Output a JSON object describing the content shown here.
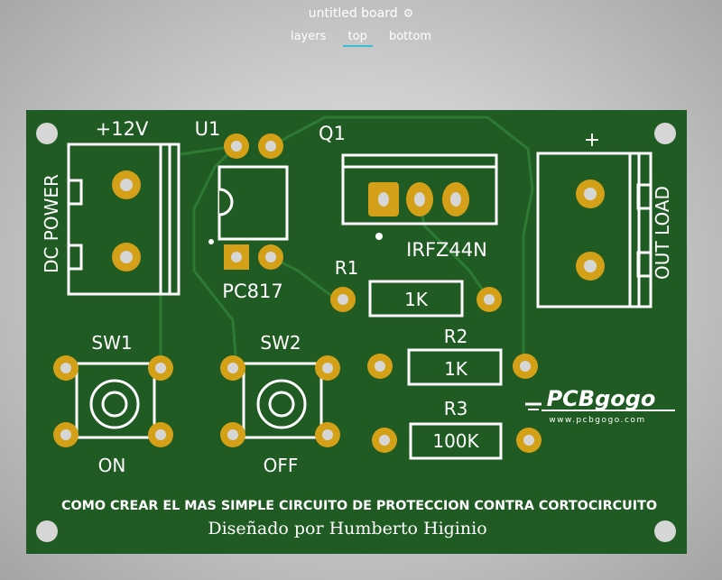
{
  "header": {
    "board_title": "untitled board",
    "settings_icon": "gear-icon",
    "tabs": [
      {
        "label": "layers",
        "active": false
      },
      {
        "label": "top",
        "active": true
      },
      {
        "label": "bottom",
        "active": false
      }
    ]
  },
  "board": {
    "colors": {
      "soldermask": "#1f5b23",
      "trace": "#2e7a33",
      "pad": "#d4a017",
      "silkscreen": "#ffffff",
      "mounting_hole": "#d6d6d6"
    },
    "labels": {
      "power_connector": "+12V",
      "power_side": "DC POWER",
      "u1": "U1",
      "u1_part": "PC817",
      "q1": "Q1",
      "q1_part": "IRFZ44N",
      "out_connector": "+",
      "out_side": "OUT LOAD",
      "r1": "R1",
      "r1_value": "1K",
      "r2": "R2",
      "r2_value": "1K",
      "r3": "R3",
      "r3_value": "100K",
      "sw1": "SW1",
      "sw1_state": "ON",
      "sw2": "SW2",
      "sw2_state": "OFF",
      "brand": "PCBgogo",
      "brand_url": "www.pcbgogo.com",
      "title_line": "COMO CREAR EL MAS SIMPLE CIRCUITO DE PROTECCION CONTRA CORTOCIRCUITO",
      "designer_line": "Diseñado por Humberto Higinio"
    }
  }
}
